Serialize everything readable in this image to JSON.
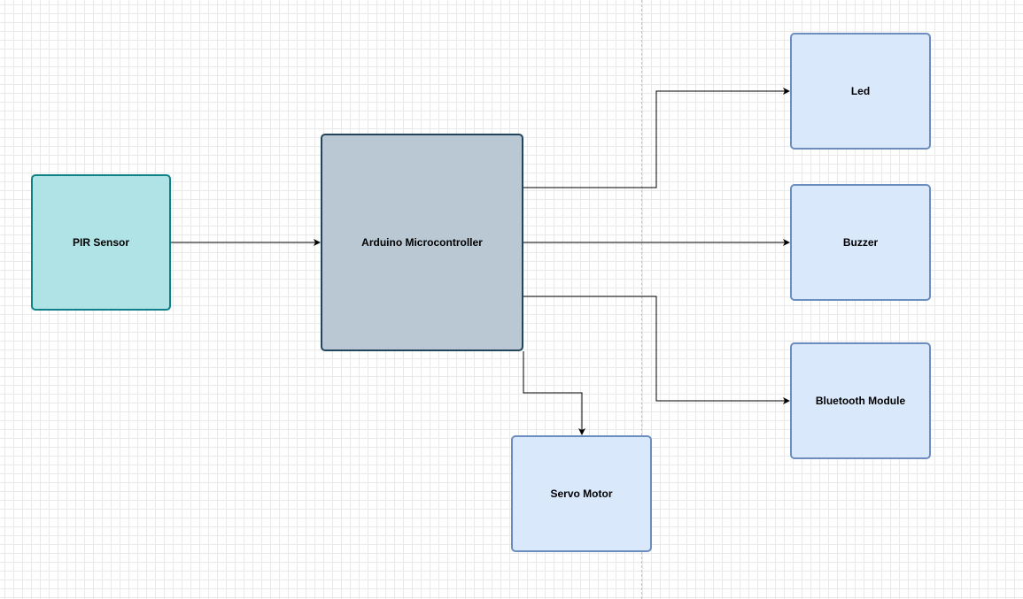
{
  "diagram": {
    "nodes": {
      "pir": {
        "label": "PIR Sensor",
        "fill": "#b0e3e6",
        "stroke": "#0e8088"
      },
      "arduino": {
        "label": "Arduino Microcontroller",
        "fill": "#bac8d3",
        "stroke": "#23445d"
      },
      "led": {
        "label": "Led",
        "fill": "#dae8fc",
        "stroke": "#6c8ebf"
      },
      "buzzer": {
        "label": "Buzzer",
        "fill": "#dae8fc",
        "stroke": "#6c8ebf"
      },
      "bluetooth": {
        "label": "Bluetooth Module",
        "fill": "#dae8fc",
        "stroke": "#6c8ebf"
      },
      "servo": {
        "label": "Servo Motor",
        "fill": "#dae8fc",
        "stroke": "#6c8ebf"
      }
    },
    "edges": [
      {
        "from": "pir",
        "to": "arduino"
      },
      {
        "from": "arduino",
        "to": "led"
      },
      {
        "from": "arduino",
        "to": "buzzer"
      },
      {
        "from": "arduino",
        "to": "bluetooth"
      },
      {
        "from": "arduino",
        "to": "servo"
      }
    ]
  }
}
